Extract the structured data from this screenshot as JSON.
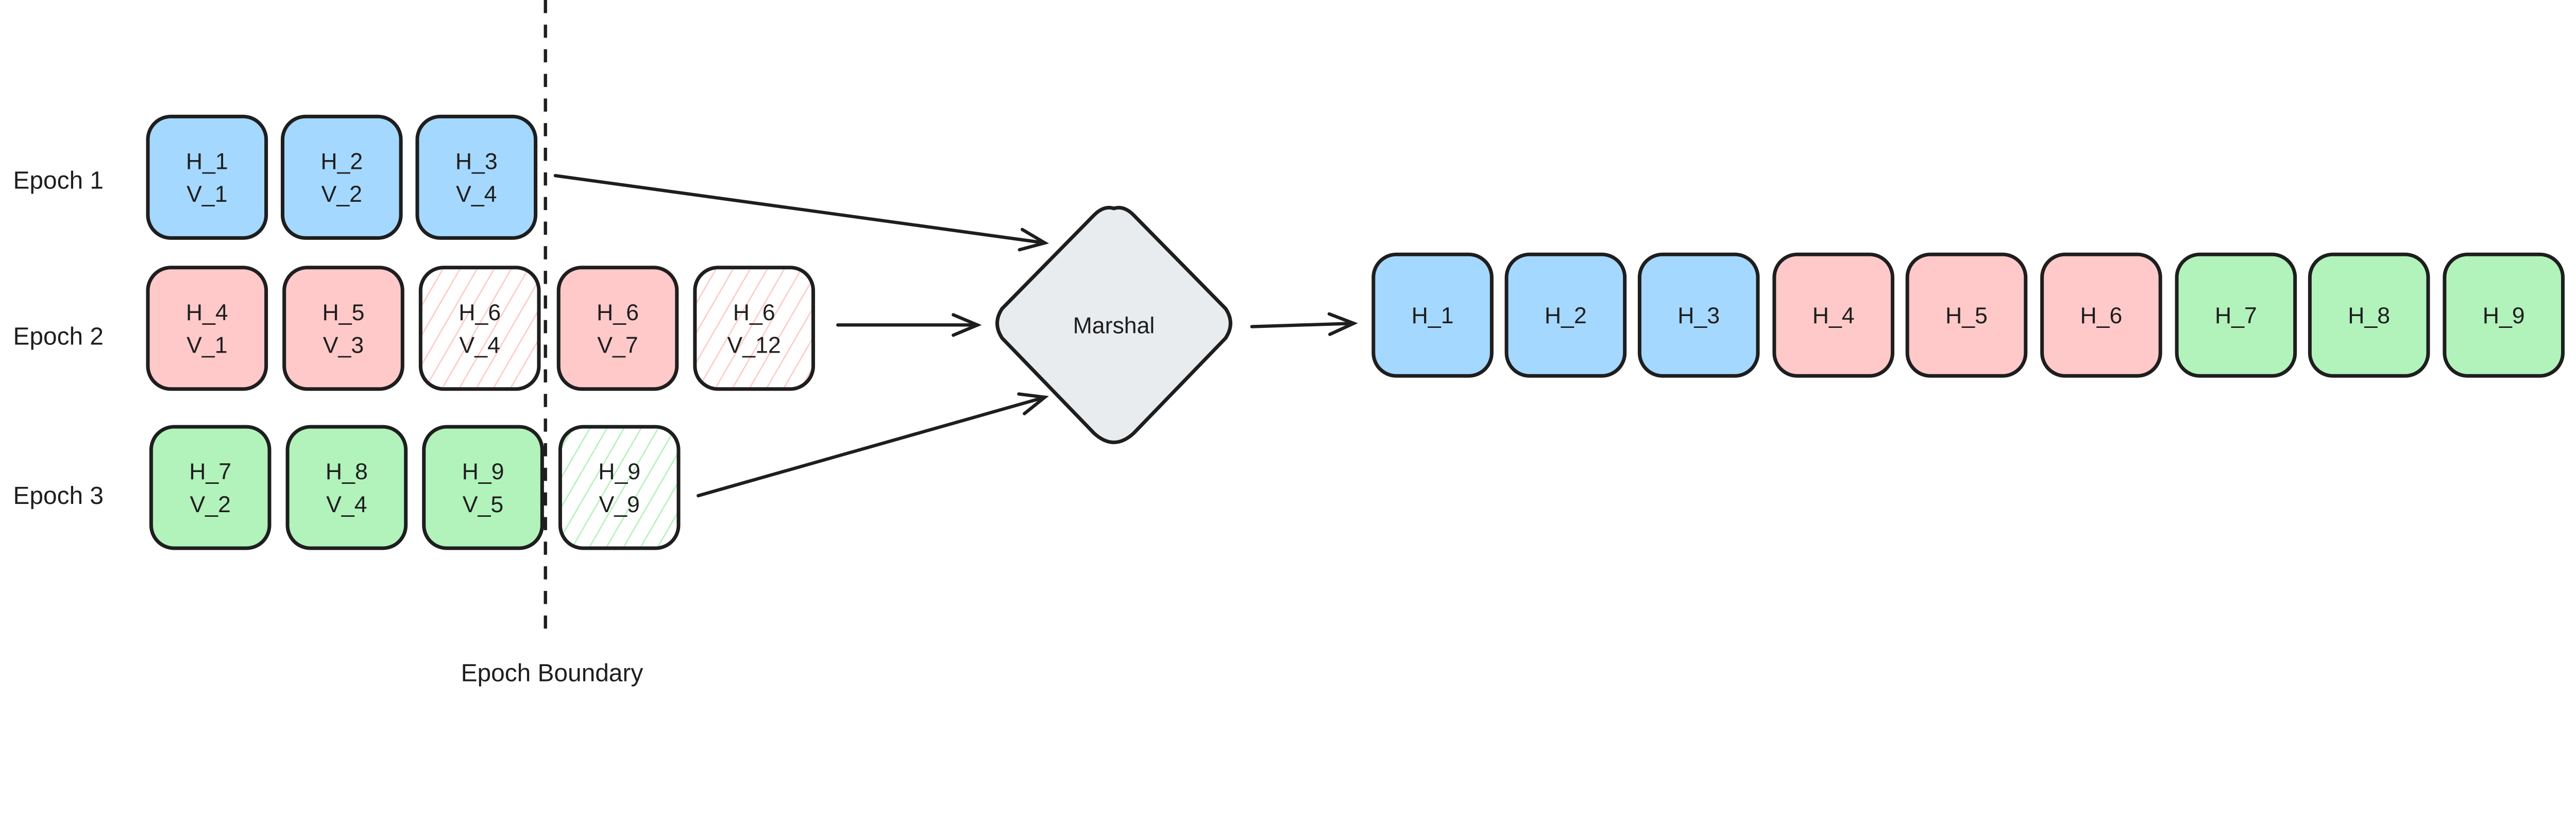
{
  "colors": {
    "epoch1": "#a5d8ff",
    "epoch2": "#ffc9c9",
    "epoch3": "#b2f2bb",
    "marshal": "#e9ecef",
    "stroke": "#1e1e1e"
  },
  "epochs": [
    {
      "label": "Epoch 1",
      "color_key": "epoch1",
      "cells": [
        {
          "h": "H_1",
          "v": "V_1",
          "fill": "solid"
        },
        {
          "h": "H_2",
          "v": "V_2",
          "fill": "solid"
        },
        {
          "h": "H_3",
          "v": "V_4",
          "fill": "solid"
        }
      ]
    },
    {
      "label": "Epoch 2",
      "color_key": "epoch2",
      "cells": [
        {
          "h": "H_4",
          "v": "V_1",
          "fill": "solid"
        },
        {
          "h": "H_5",
          "v": "V_3",
          "fill": "solid"
        },
        {
          "h": "H_6",
          "v": "V_4",
          "fill": "hatched"
        },
        {
          "h": "H_6",
          "v": "V_7",
          "fill": "solid"
        },
        {
          "h": "H_6",
          "v": "V_12",
          "fill": "hatched"
        }
      ]
    },
    {
      "label": "Epoch 3",
      "color_key": "epoch3",
      "cells": [
        {
          "h": "H_7",
          "v": "V_2",
          "fill": "solid"
        },
        {
          "h": "H_8",
          "v": "V_4",
          "fill": "solid"
        },
        {
          "h": "H_9",
          "v": "V_5",
          "fill": "solid"
        },
        {
          "h": "H_9",
          "v": "V_9",
          "fill": "hatched"
        }
      ]
    }
  ],
  "boundary_label": "Epoch Boundary",
  "marshal_label": "Marshal",
  "output": [
    {
      "h": "H_1",
      "color_key": "epoch1"
    },
    {
      "h": "H_2",
      "color_key": "epoch1"
    },
    {
      "h": "H_3",
      "color_key": "epoch1"
    },
    {
      "h": "H_4",
      "color_key": "epoch2"
    },
    {
      "h": "H_5",
      "color_key": "epoch2"
    },
    {
      "h": "H_6",
      "color_key": "epoch2"
    },
    {
      "h": "H_7",
      "color_key": "epoch3"
    },
    {
      "h": "H_8",
      "color_key": "epoch3"
    },
    {
      "h": "H_9",
      "color_key": "epoch3"
    }
  ]
}
